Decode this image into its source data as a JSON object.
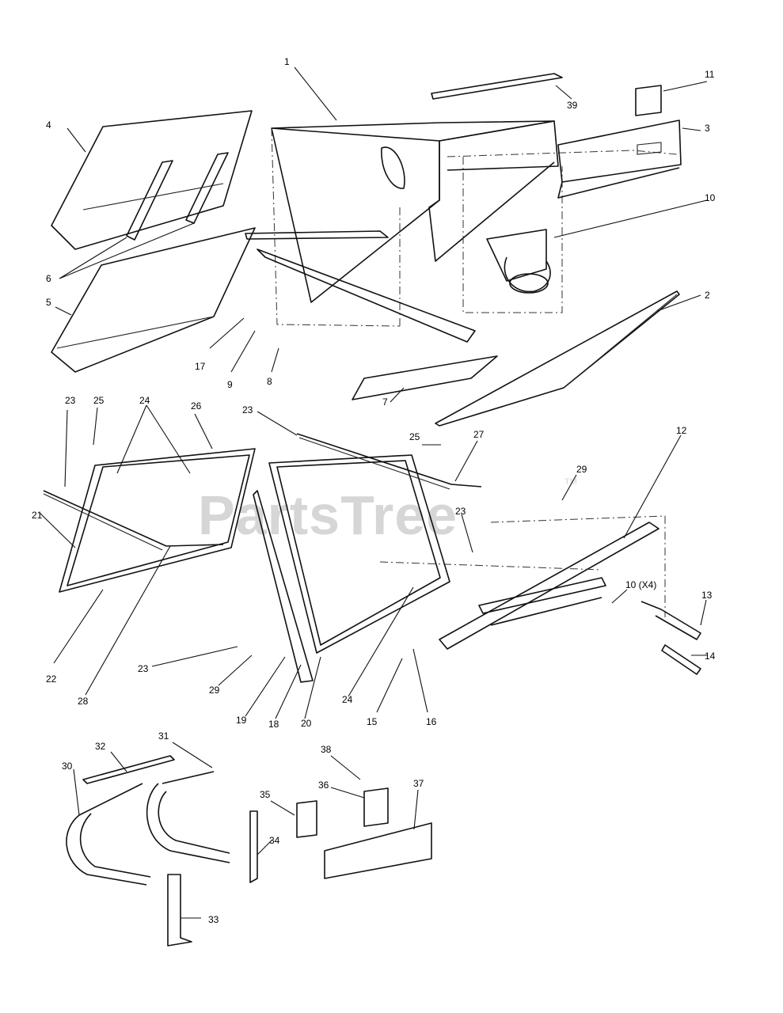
{
  "watermark": {
    "text": "PartsTree",
    "trademark": "TM"
  },
  "callouts": [
    {
      "id": "c1",
      "text": "1"
    },
    {
      "id": "c2",
      "text": "2"
    },
    {
      "id": "c3",
      "text": "3"
    },
    {
      "id": "c4",
      "text": "4"
    },
    {
      "id": "c5",
      "text": "5"
    },
    {
      "id": "c6",
      "text": "6"
    },
    {
      "id": "c7",
      "text": "7"
    },
    {
      "id": "c8",
      "text": "8"
    },
    {
      "id": "c9",
      "text": "9"
    },
    {
      "id": "c10",
      "text": "10"
    },
    {
      "id": "c10b",
      "text": "10 (X4)"
    },
    {
      "id": "c11",
      "text": "11"
    },
    {
      "id": "c12",
      "text": "12"
    },
    {
      "id": "c13",
      "text": "13"
    },
    {
      "id": "c14",
      "text": "14"
    },
    {
      "id": "c15",
      "text": "15"
    },
    {
      "id": "c16",
      "text": "16"
    },
    {
      "id": "c17",
      "text": "17"
    },
    {
      "id": "c18",
      "text": "18"
    },
    {
      "id": "c19",
      "text": "19"
    },
    {
      "id": "c20",
      "text": "20"
    },
    {
      "id": "c21",
      "text": "21"
    },
    {
      "id": "c22",
      "text": "22"
    },
    {
      "id": "c23a",
      "text": "23"
    },
    {
      "id": "c23b",
      "text": "23"
    },
    {
      "id": "c23c",
      "text": "23"
    },
    {
      "id": "c23d",
      "text": "23"
    },
    {
      "id": "c24a",
      "text": "24"
    },
    {
      "id": "c24b",
      "text": "24"
    },
    {
      "id": "c25a",
      "text": "25"
    },
    {
      "id": "c25b",
      "text": "25"
    },
    {
      "id": "c26",
      "text": "26"
    },
    {
      "id": "c27",
      "text": "27"
    },
    {
      "id": "c28",
      "text": "28"
    },
    {
      "id": "c29a",
      "text": "29"
    },
    {
      "id": "c29b",
      "text": "29"
    },
    {
      "id": "c30",
      "text": "30"
    },
    {
      "id": "c31",
      "text": "31"
    },
    {
      "id": "c32",
      "text": "32"
    },
    {
      "id": "c33",
      "text": "33"
    },
    {
      "id": "c34",
      "text": "34"
    },
    {
      "id": "c35",
      "text": "35"
    },
    {
      "id": "c36",
      "text": "36"
    },
    {
      "id": "c37",
      "text": "37"
    },
    {
      "id": "c38",
      "text": "38"
    },
    {
      "id": "c39",
      "text": "39"
    }
  ]
}
